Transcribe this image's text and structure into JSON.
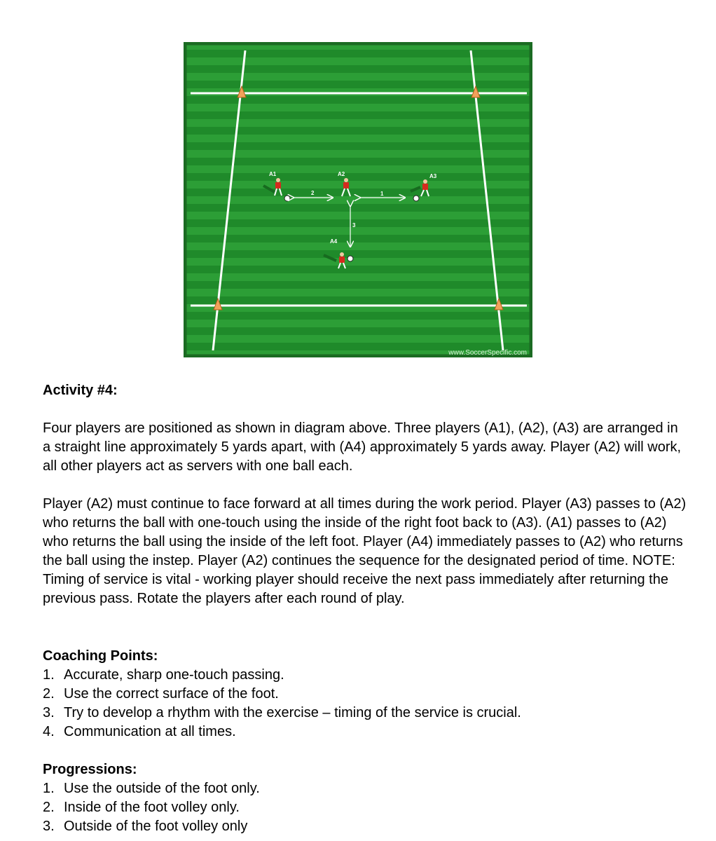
{
  "diagram": {
    "players": [
      {
        "label": "A1"
      },
      {
        "label": "A2"
      },
      {
        "label": "A3"
      },
      {
        "label": "A4"
      }
    ],
    "pass_numbers": [
      "2",
      "1",
      "3"
    ],
    "watermark": "www.SoccerSpecific.com",
    "colors": {
      "field_dark": "#1f8a2a",
      "field_light": "#2c9e36",
      "border": "#1b6b22",
      "line": "#ffffff",
      "cone": "#f2a15a",
      "player_shirt": "#d52b1e"
    }
  },
  "activity": {
    "title": "Activity #4:",
    "paragraphs": [
      "Four players are positioned as shown in diagram above. Three players (A1), (A2), (A3) are arranged in a straight line approximately 5 yards apart, with (A4) approximately 5 yards away.  Player (A2) will work, all other players act as servers with one ball each.",
      "Player (A2) must continue to face forward at all times during the work period. Player (A3) passes to (A2) who returns the ball with one-touch using the inside of the right foot back to (A3).  (A1) passes to (A2) who returns the ball using the inside of the left foot.  Player (A4) immediately passes to (A2) who returns the ball using the instep. Player (A2) continues the sequence for the designated period of time.  NOTE: Timing of service is vital - working player should receive the next pass immediately after returning the previous pass.  Rotate the players after each round of play."
    ]
  },
  "coaching": {
    "title": "Coaching Points:",
    "items": [
      {
        "num": "1.",
        "text": "Accurate, sharp one-touch passing."
      },
      {
        "num": "2.",
        "text": "Use the correct surface of the foot."
      },
      {
        "num": "3.",
        "text": "Try to develop a rhythm with the exercise – timing of the service is crucial."
      },
      {
        "num": "4.",
        "text": "Communication at all times."
      }
    ]
  },
  "progressions": {
    "title": "Progressions:",
    "items": [
      {
        "num": "1.",
        "text": "Use the outside of the foot only."
      },
      {
        "num": "2.",
        "text": "Inside of the foot volley only."
      },
      {
        "num": "3.",
        "text": "Outside of the foot volley only"
      }
    ]
  }
}
